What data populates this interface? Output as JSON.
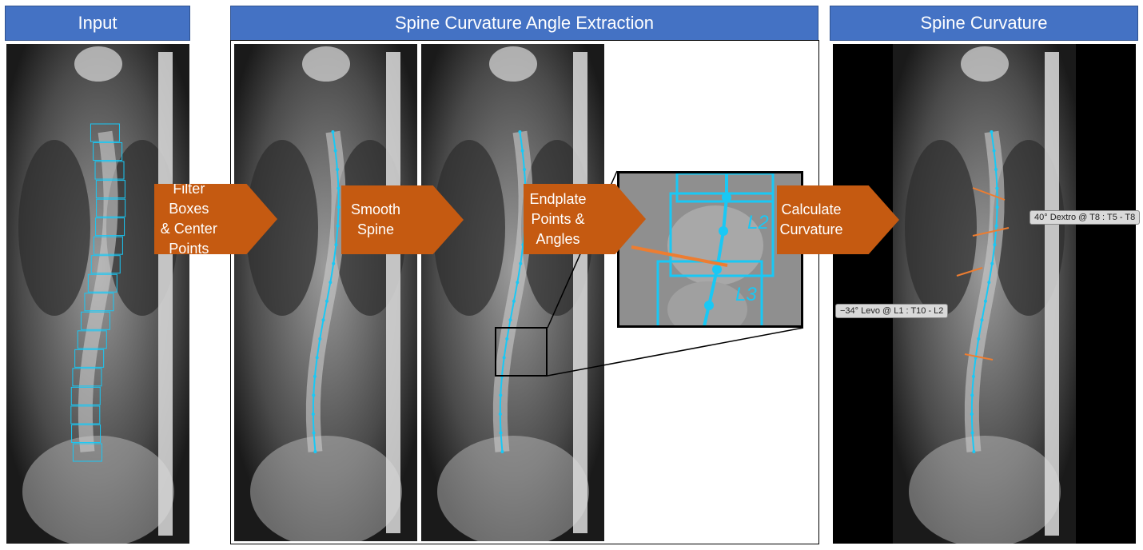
{
  "headers": {
    "input": "Input",
    "extraction": "Spine Curvature Angle Extraction",
    "output": "Spine Curvature"
  },
  "steps": [
    {
      "line1": "Filter Boxes",
      "line2": "& Center",
      "line3": "Points"
    },
    {
      "line1": "Smooth",
      "line2": "Spine"
    },
    {
      "line1": "Endplate",
      "line2": "Points &",
      "line3": "Angles"
    },
    {
      "line1": "Calculate",
      "line2": "Curvature"
    }
  ],
  "zoom_labels": {
    "upper": "L2",
    "lower": "L3"
  },
  "curvature_labels": {
    "dextro": "40° Dextro @ T8 : T5 - T8",
    "levo": "−34° Levo @ L1 : T10 - L2"
  },
  "colors": {
    "header": "#4472c4",
    "arrow": "#c55a11",
    "spine": "#00c8ff",
    "angle_line": "#ed7d31"
  }
}
